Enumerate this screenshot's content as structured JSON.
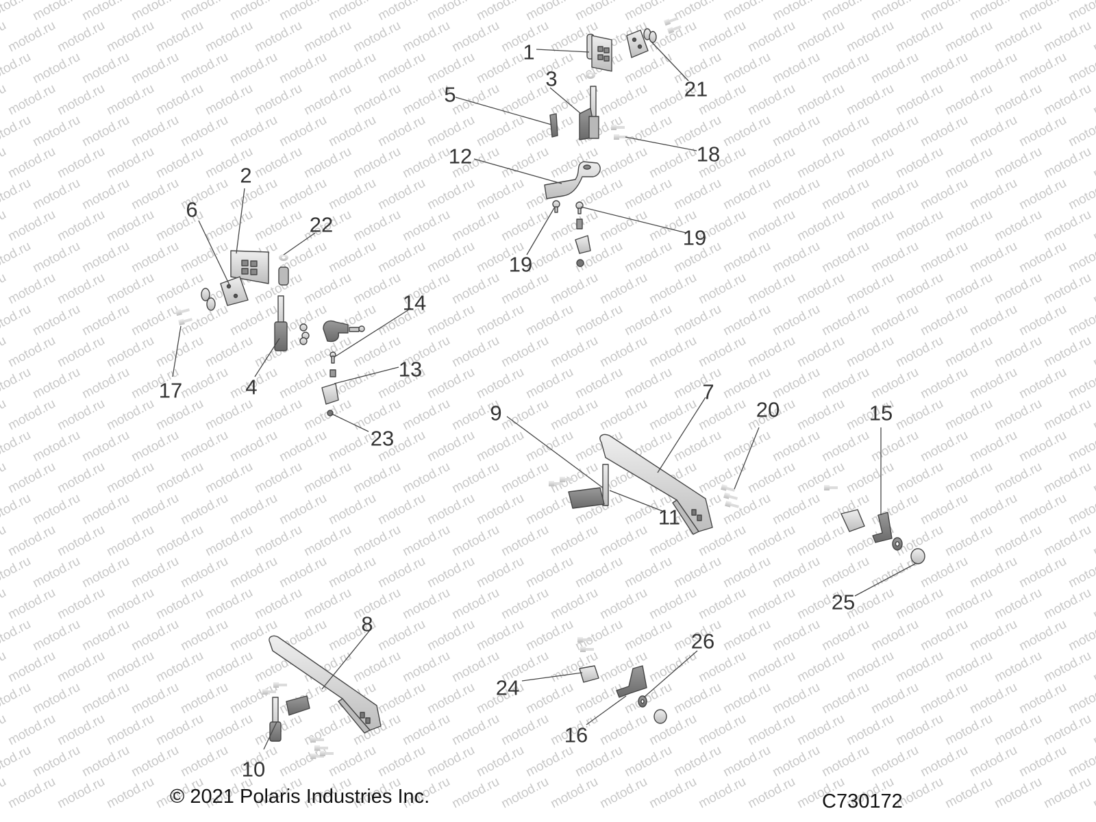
{
  "watermark": {
    "text": "motod.ru"
  },
  "footer": {
    "copyright": "© 2021 Polaris Industries Inc.",
    "diagram_code": "C730172"
  },
  "callouts": [
    {
      "id": "1",
      "label": "1"
    },
    {
      "id": "2",
      "label": "2"
    },
    {
      "id": "3",
      "label": "3"
    },
    {
      "id": "4",
      "label": "4"
    },
    {
      "id": "5",
      "label": "5"
    },
    {
      "id": "6",
      "label": "6"
    },
    {
      "id": "7",
      "label": "7"
    },
    {
      "id": "8",
      "label": "8"
    },
    {
      "id": "9",
      "label": "9"
    },
    {
      "id": "10",
      "label": "10"
    },
    {
      "id": "11",
      "label": "11"
    },
    {
      "id": "12",
      "label": "12"
    },
    {
      "id": "13",
      "label": "13"
    },
    {
      "id": "14",
      "label": "14"
    },
    {
      "id": "15",
      "label": "15"
    },
    {
      "id": "16",
      "label": "16"
    },
    {
      "id": "17",
      "label": "17"
    },
    {
      "id": "18",
      "label": "18"
    },
    {
      "id": "19a",
      "label": "19"
    },
    {
      "id": "19b",
      "label": "19"
    },
    {
      "id": "20",
      "label": "20"
    },
    {
      "id": "21",
      "label": "21"
    },
    {
      "id": "22",
      "label": "22"
    },
    {
      "id": "23",
      "label": "23"
    },
    {
      "id": "24",
      "label": "24"
    },
    {
      "id": "25",
      "label": "25"
    },
    {
      "id": "26",
      "label": "26"
    }
  ]
}
